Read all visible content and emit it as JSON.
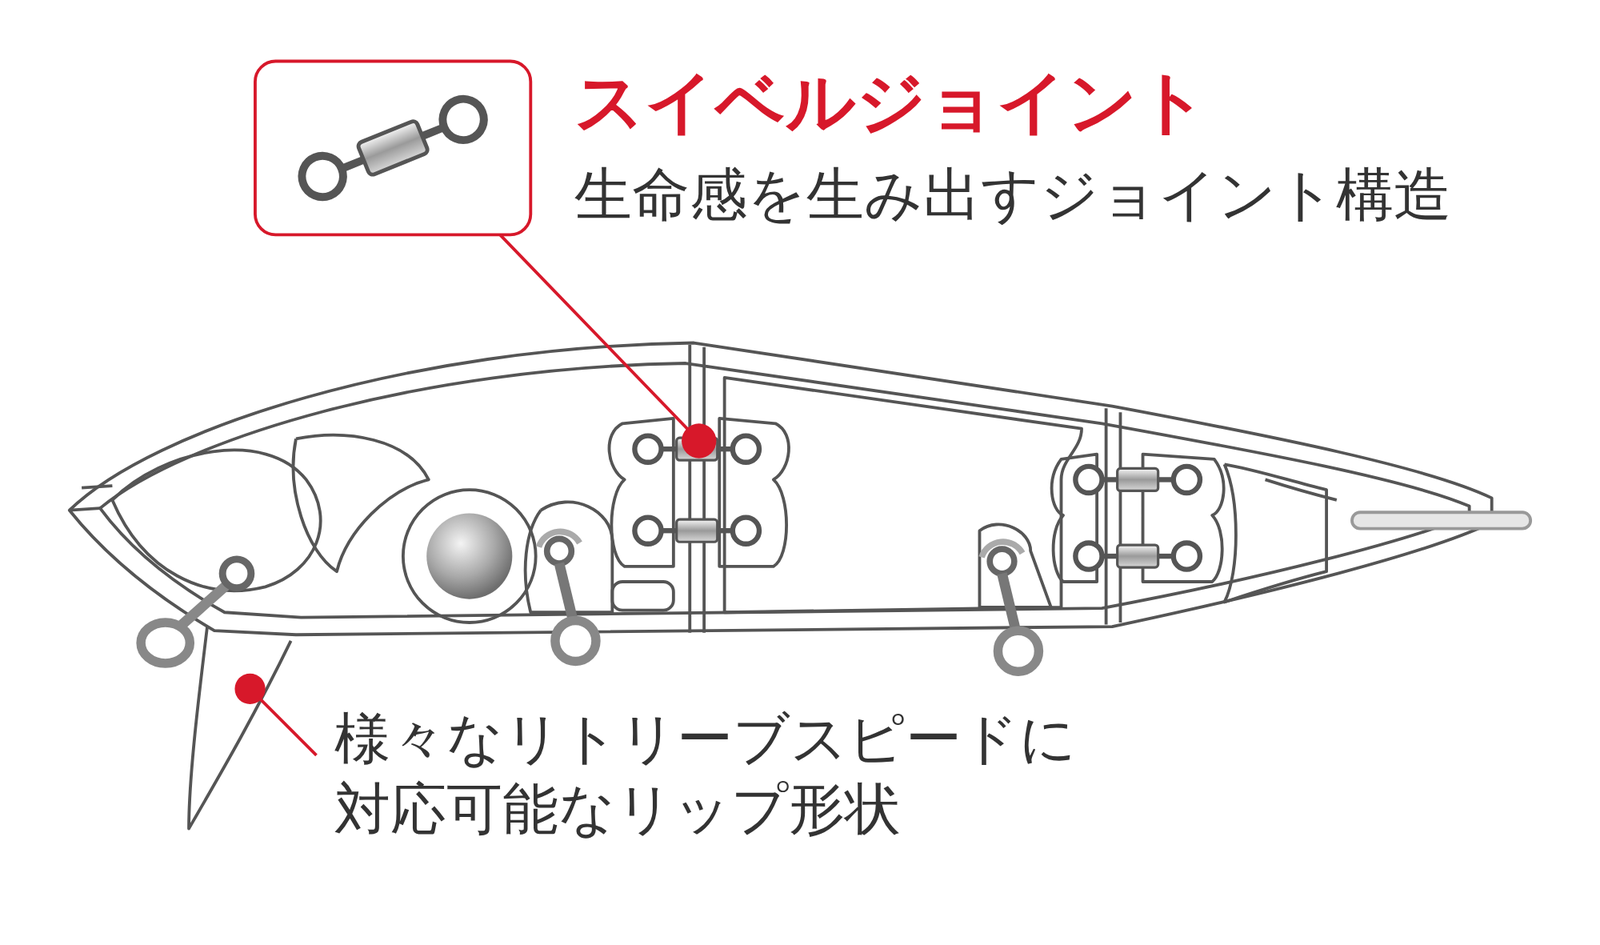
{
  "diagram": {
    "labels": [
      "スイベルジョイント",
      "生命感を生み出すジョイント構造",
      "様々なリトリーブスピードに 対応可能なリップ形状"
    ]
  }
}
